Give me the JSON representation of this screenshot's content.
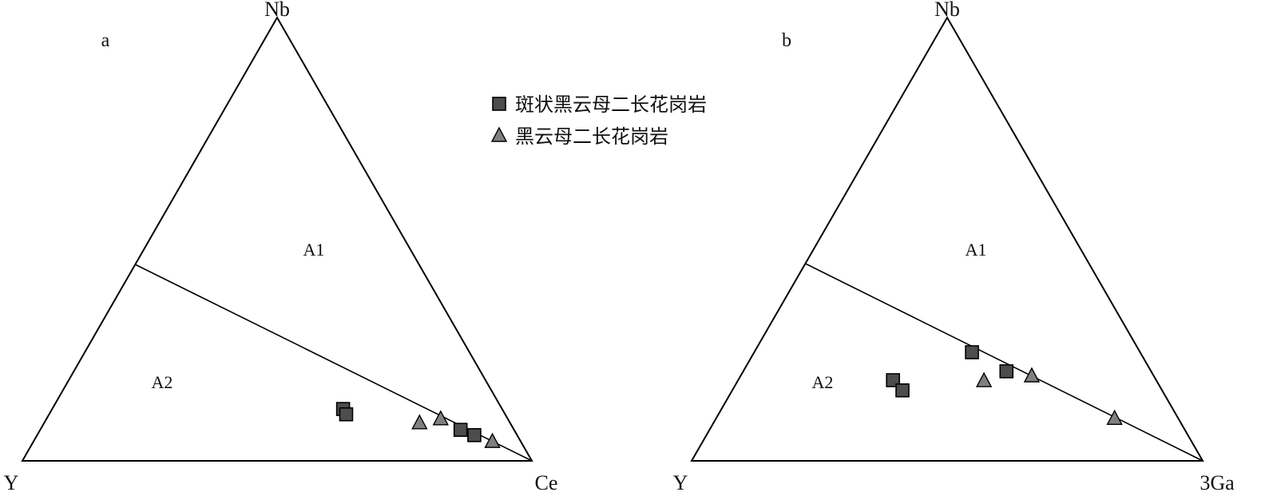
{
  "chart_data": [
    {
      "type": "ternary",
      "panel_label": "a",
      "apices": {
        "top": "Nb",
        "left": "Y",
        "right": "Ce"
      },
      "fields": [
        {
          "label": "A1"
        },
        {
          "label": "A2"
        }
      ],
      "boundary": {
        "from": {
          "Nb": 0.443,
          "Y": 0.557,
          "R": 0
        },
        "to": {
          "Nb": 0,
          "Y": 0,
          "R": 1
        }
      },
      "series": [
        {
          "name": "斑状黑云母二长花岗岩",
          "marker": "square",
          "color": "#4d4d4d",
          "points": [
            {
              "Nb": 0.117,
              "Y": 0.312,
              "R": 0.571
            },
            {
              "Nb": 0.105,
              "Y": 0.312,
              "R": 0.583
            },
            {
              "Nb": 0.07,
              "Y": 0.105,
              "R": 0.825
            },
            {
              "Nb": 0.058,
              "Y": 0.084,
              "R": 0.858
            }
          ]
        },
        {
          "name": "黑云母二长花岗岩",
          "marker": "triangle",
          "color": "#808080",
          "points": [
            {
              "Nb": 0.085,
              "Y": 0.178,
              "R": 0.737
            },
            {
              "Nb": 0.094,
              "Y": 0.132,
              "R": 0.774
            },
            {
              "Nb": 0.043,
              "Y": 0.056,
              "R": 0.901
            }
          ]
        }
      ]
    },
    {
      "type": "ternary",
      "panel_label": "b",
      "apices": {
        "top": "Nb",
        "left": "Y",
        "right": "3Ga"
      },
      "fields": [
        {
          "label": "A1"
        },
        {
          "label": "A2"
        }
      ],
      "boundary": {
        "from": {
          "Nb": 0.445,
          "Y": 0.555,
          "R": 0
        },
        "to": {
          "Nb": 0,
          "Y": 0,
          "R": 1
        }
      },
      "series": [
        {
          "name": "斑状黑云母二长花岗岩",
          "marker": "square",
          "color": "#4d4d4d",
          "points": [
            {
              "Nb": 0.245,
              "Y": 0.329,
              "R": 0.426
            },
            {
              "Nb": 0.202,
              "Y": 0.283,
              "R": 0.515
            },
            {
              "Nb": 0.182,
              "Y": 0.515,
              "R": 0.303
            },
            {
              "Nb": 0.159,
              "Y": 0.508,
              "R": 0.333
            }
          ]
        },
        {
          "name": "黑云母二长花岗岩",
          "marker": "triangle",
          "color": "#808080",
          "points": [
            {
              "Nb": 0.18,
              "Y": 0.338,
              "R": 0.482
            },
            {
              "Nb": 0.191,
              "Y": 0.239,
              "R": 0.57
            },
            {
              "Nb": 0.095,
              "Y": 0.125,
              "R": 0.78
            }
          ]
        }
      ]
    }
  ],
  "legend": {
    "placement": "top-center",
    "items": [
      {
        "label": "斑状黑云母二长花岗岩",
        "marker": "square",
        "color": "#4d4d4d"
      },
      {
        "label": "黑云母二长花岗岩",
        "marker": "triangle",
        "color": "#808080"
      }
    ]
  }
}
